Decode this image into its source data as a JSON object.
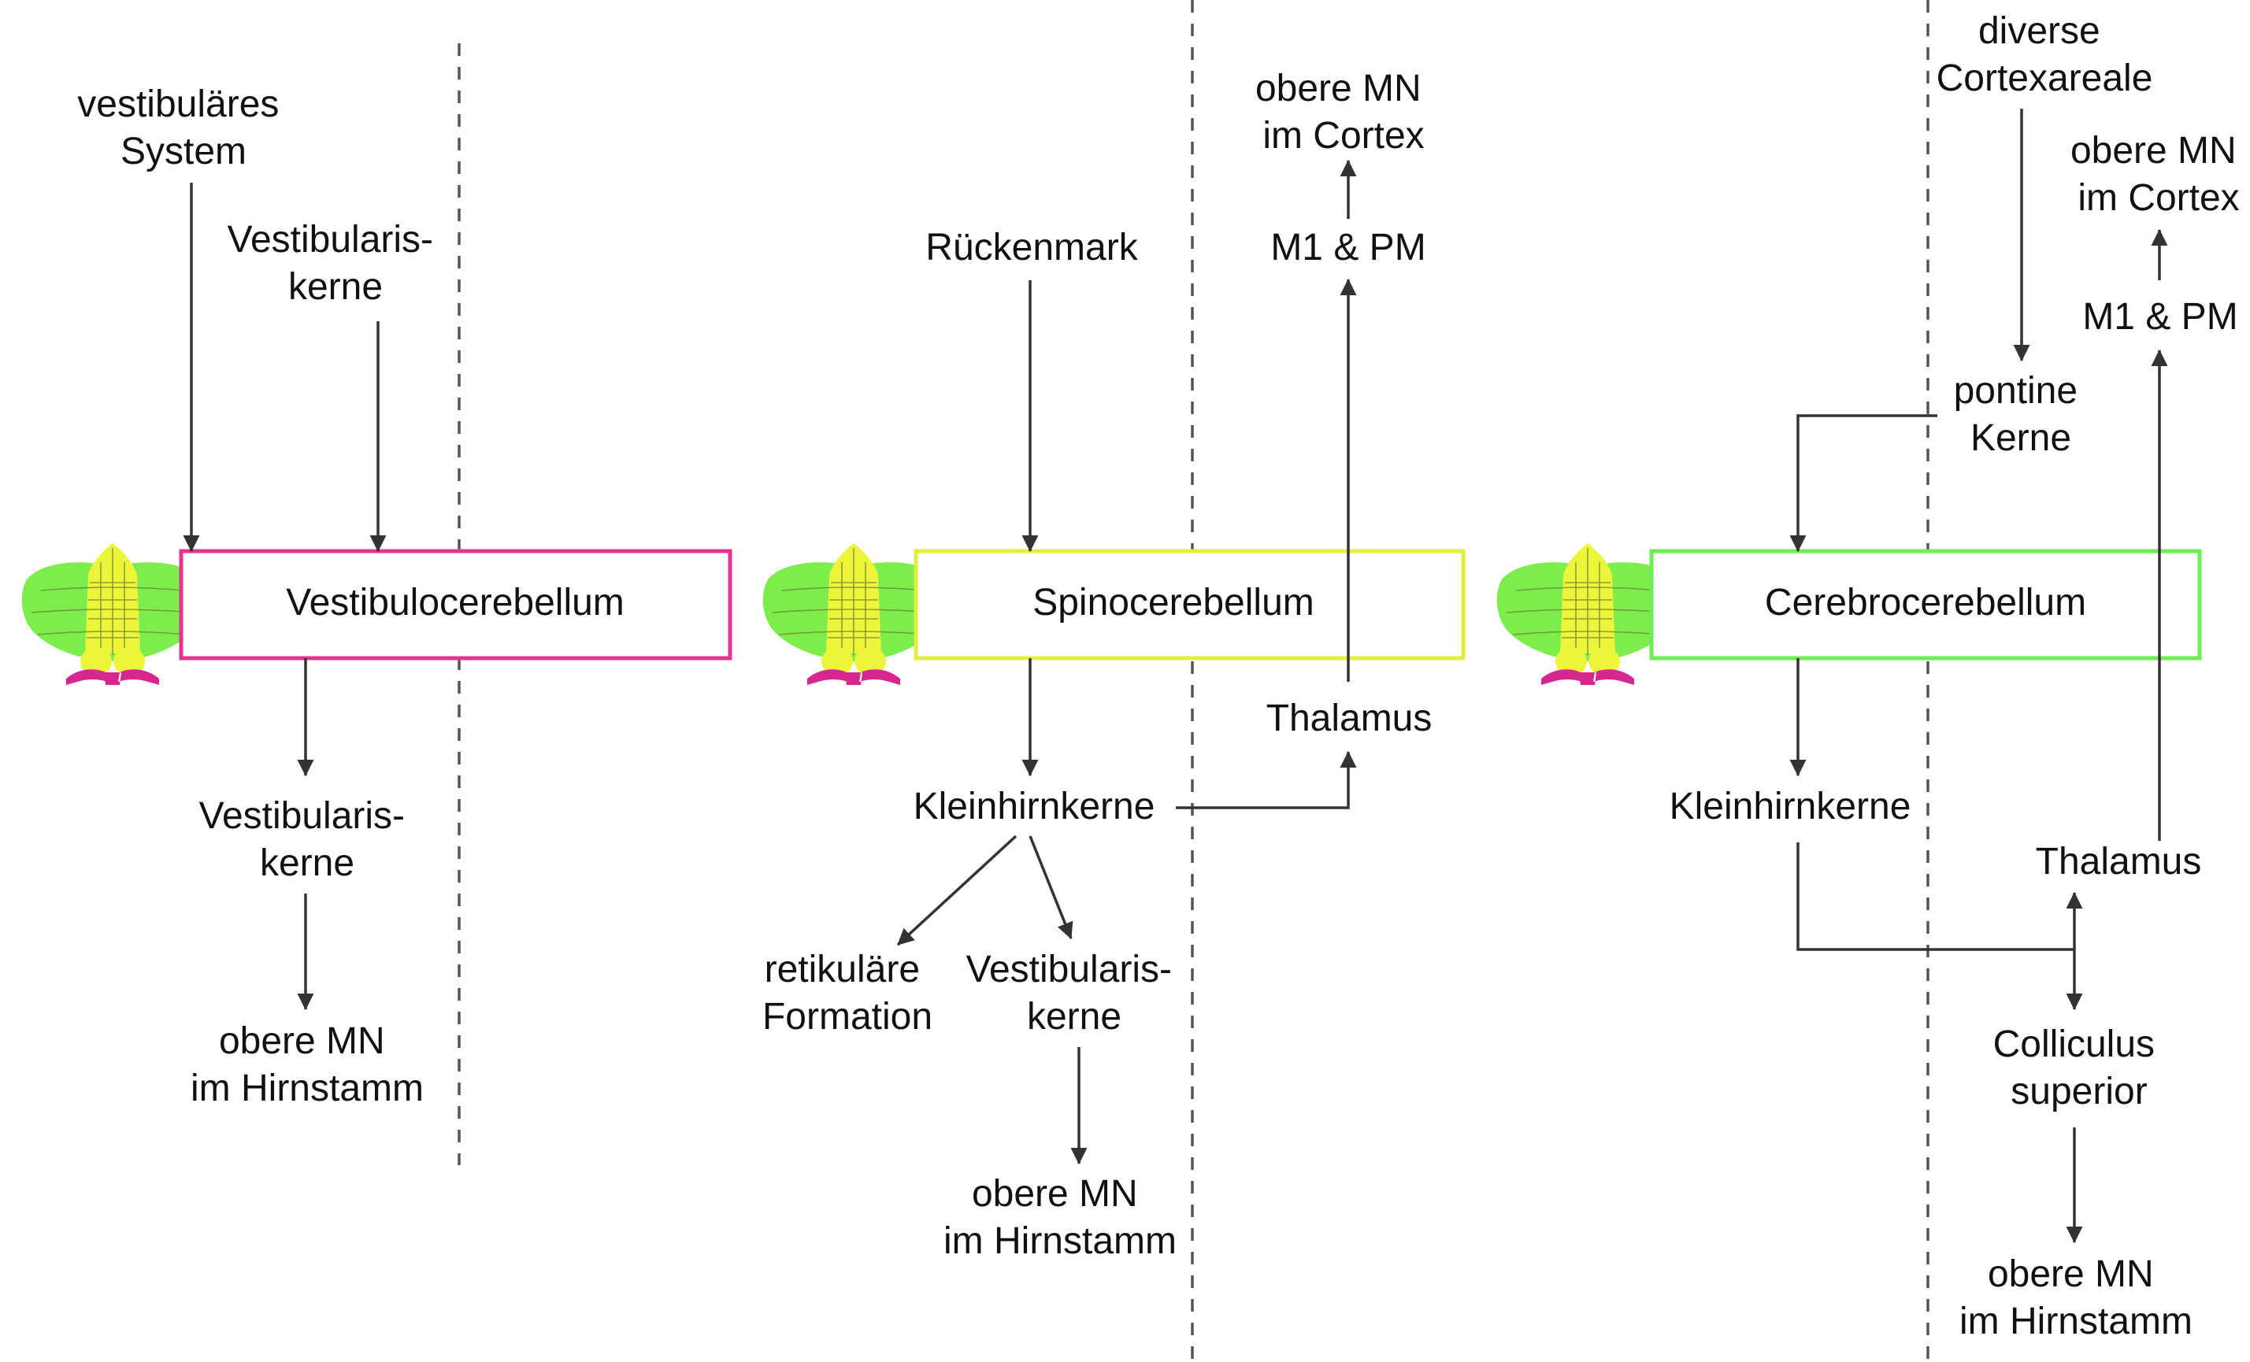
{
  "colors": {
    "vestibulo": "#e6338f",
    "spino": "#e3ee3b",
    "cerebro": "#6fee54",
    "icon_green": "#7ded4e",
    "icon_yellow": "#ecf53a",
    "icon_magenta": "#d62791",
    "line": "#333333"
  },
  "columns": [
    {
      "box_label": "Vestibulocerebellum",
      "labels": {
        "input_a": [
          "vestibuläres",
          "System"
        ],
        "input_b": [
          "Vestibularis-",
          "kerne"
        ],
        "relay": [
          "Vestibularis-",
          "kerne"
        ],
        "output": [
          "obere MN",
          "im Hirnstamm"
        ]
      }
    },
    {
      "box_label": "Spinocerebellum",
      "labels": {
        "input": [
          "Rückenmark"
        ],
        "nuclei": [
          "Kleinhirnkerne"
        ],
        "reticular": [
          "retikuläre",
          "Formation"
        ],
        "vestibular": [
          "Vestibularis-",
          "kerne"
        ],
        "output_brainstem": [
          "obere MN",
          "im Hirnstamm"
        ],
        "thalamus": [
          "Thalamus"
        ],
        "motor_areas": [
          "M1 & PM"
        ],
        "output_cortex": [
          "obere MN",
          "im Cortex"
        ]
      }
    },
    {
      "box_label": "Cerebrocerebellum",
      "labels": {
        "cortex_areas": [
          "diverse",
          "Cortexareale"
        ],
        "pontine": [
          "pontine",
          "Kerne"
        ],
        "nuclei": [
          "Kleinhirnkerne"
        ],
        "thalamus": [
          "Thalamus"
        ],
        "motor_areas": [
          "M1 & PM"
        ],
        "output_cortex": [
          "obere MN",
          "im Cortex"
        ],
        "colliculus": [
          "Colliculus",
          "superior"
        ],
        "output_brainstem": [
          "obere MN",
          "im Hirnstamm"
        ]
      }
    }
  ]
}
